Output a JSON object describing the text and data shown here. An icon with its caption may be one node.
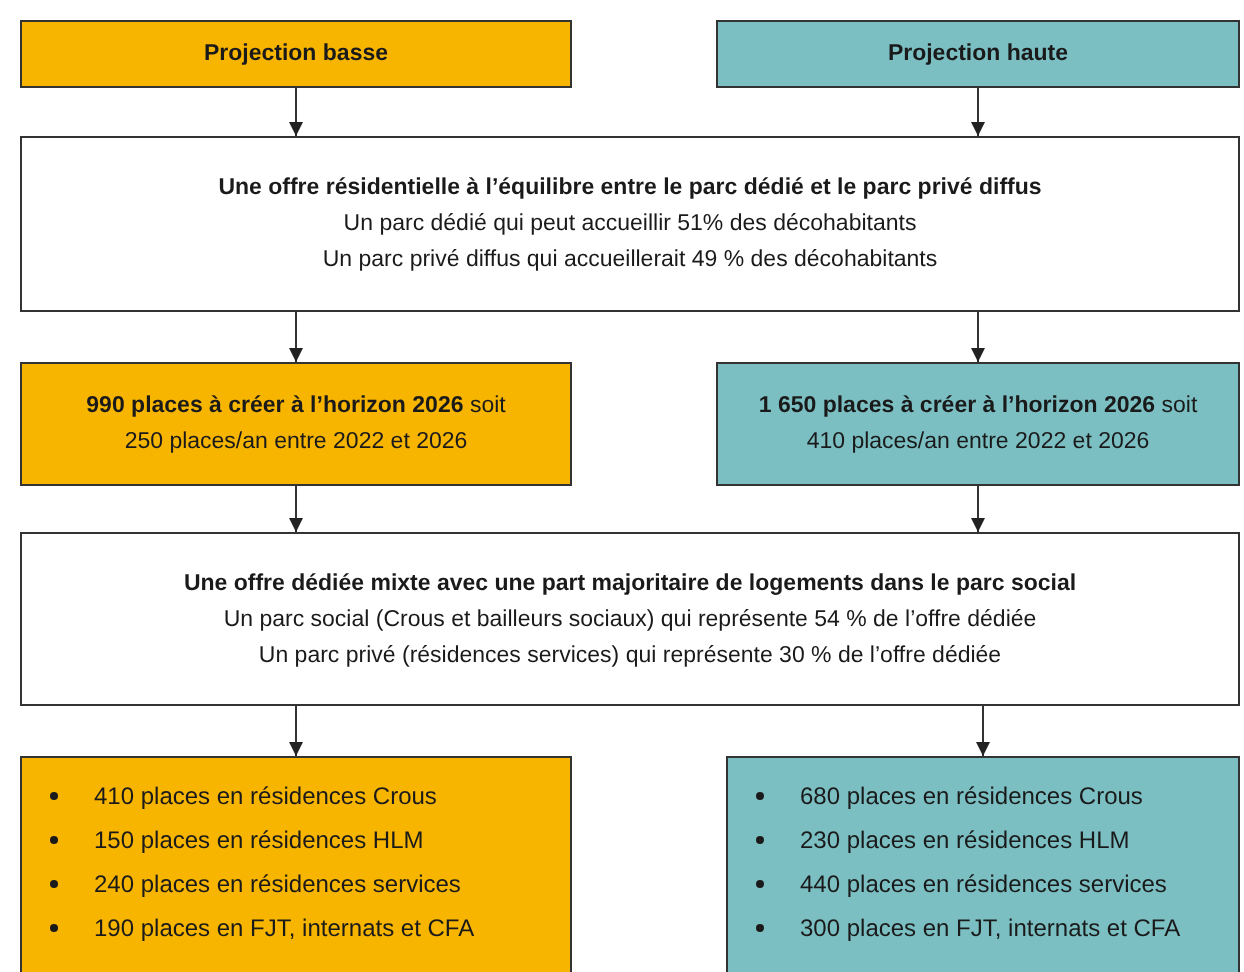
{
  "diagram": {
    "nodes": [
      {
        "text": [
          "Projection basse"
        ]
      },
      {
        "text": [
          "Projection haute"
        ]
      },
      {
        "text": [
          "Une offre résidentielle à l’équilibre entre le parc dédié et le parc privé diffus",
          "Un parc dédié qui peut accueillir 51% des décohabitants",
          "Un parc privé diffus qui accueillerait 49 % des décohabitants"
        ]
      },
      {
        "text": [
          "**990 places à créer à l’horizon 2026** soit",
          "250 places/an entre 2022 et 2026"
        ]
      },
      {
        "text": [
          "**1 650 places à créer à l’horizon 2026** soit",
          "410 places/an entre 2022 et 2026"
        ]
      },
      {
        "text": [
          "Une offre dédiée mixte avec une part majoritaire de logements dans le parc social",
          "Un parc social (Crous et bailleurs sociaux) qui représente 54 % de l’offre dédiée",
          "Un parc privé (résidences services) qui représente 30 % de l’offre dédiée"
        ]
      },
      {
        "text": [
          "410 places en résidences Crous",
          "150 places en résidences HLM",
          "240 places en résidences services",
          "190 places en FJT, internats et CFA"
        ]
      },
      {
        "text": [
          "680 places en résidences Crous",
          "230 places en résidences HLM",
          "440 places en résidences services",
          "300 places en FJT, internats et CFA"
        ]
      }
    ],
    "edges": [
      {
        "from": 0,
        "to": 2,
        "arrow": "to"
      },
      {
        "from": 1,
        "to": 2,
        "arrow": "to"
      },
      {
        "from": 2,
        "to": 3,
        "arrow": "to"
      },
      {
        "from": 2,
        "to": 4,
        "arrow": "to"
      },
      {
        "from": 3,
        "to": 5,
        "arrow": "to"
      },
      {
        "from": 4,
        "to": 5,
        "arrow": "to"
      },
      {
        "from": 5,
        "to": 6,
        "arrow": "to"
      },
      {
        "from": 5,
        "to": 7,
        "arrow": "to"
      }
    ]
  }
}
